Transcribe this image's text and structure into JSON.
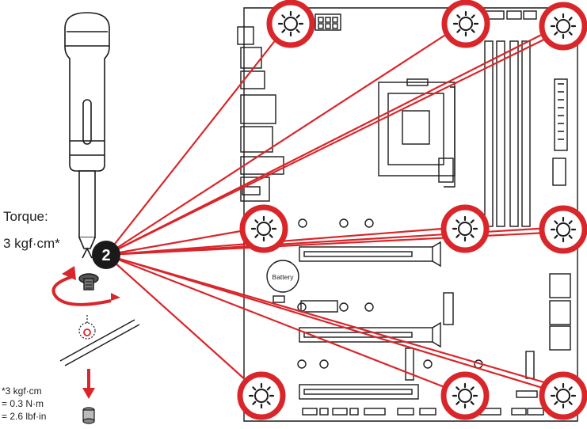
{
  "torque": {
    "title": "Torque:",
    "value": "3 kgf·cm*"
  },
  "step_badge": "2",
  "battery_label": "Battery",
  "conversion_note": {
    "line1": "*3 kgf·cm",
    "line2": "= 0.3 N·m",
    "line3": "= 2.6 lbf·in"
  },
  "colors": {
    "highlight_red": "#d9262a",
    "outline": "#1a1a1a",
    "badge_fill": "#1a1a1a"
  },
  "icons": {
    "screwdriver": "screwdriver-icon",
    "rotate_arrow": "rotate-clockwise-arrow-icon",
    "screw": "screw-icon",
    "standoff": "standoff-icon",
    "mount_hole": "mount-hole-icon"
  }
}
